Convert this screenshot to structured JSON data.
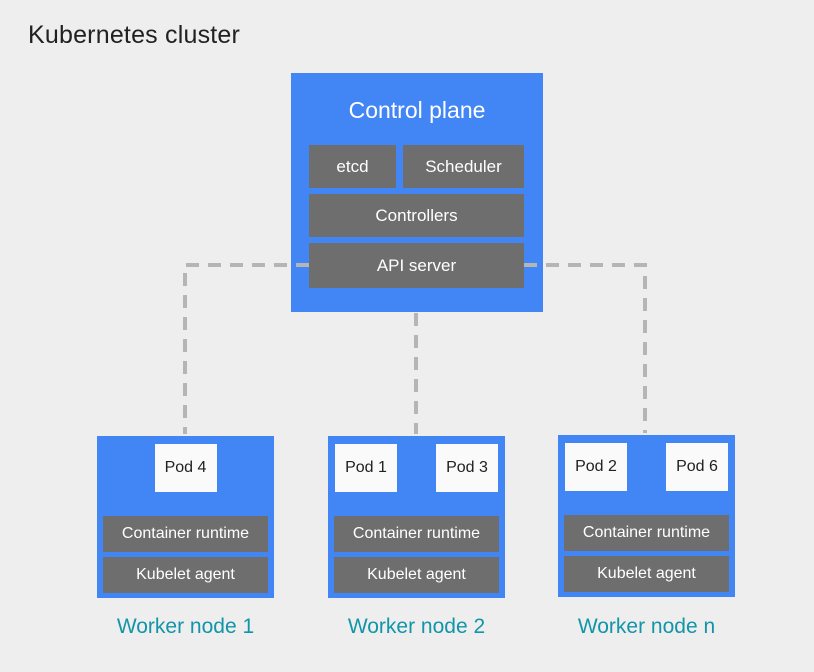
{
  "title": "Kubernetes cluster",
  "colors": {
    "background": "#eeeeee",
    "blue": "#4285f4",
    "gray": "#6e6e6e",
    "pod_bg": "#fafafa",
    "dash": "#b5b5b5",
    "teal": "#1295a8",
    "title_text": "#212121"
  },
  "control_plane": {
    "label": "Control plane",
    "components": [
      {
        "id": "etcd",
        "label": "etcd"
      },
      {
        "id": "scheduler",
        "label": "Scheduler"
      },
      {
        "id": "controllers",
        "label": "Controllers"
      },
      {
        "id": "api-server",
        "label": "API server"
      }
    ]
  },
  "worker_nodes": [
    {
      "label": "Worker node 1",
      "pods": [
        "Pod 4"
      ],
      "components": {
        "runtime": "Container runtime",
        "kubelet": "Kubelet agent"
      }
    },
    {
      "label": "Worker node 2",
      "pods": [
        "Pod 1",
        "Pod 3"
      ],
      "components": {
        "runtime": "Container runtime",
        "kubelet": "Kubelet agent"
      }
    },
    {
      "label": "Worker node n",
      "pods": [
        "Pod 2",
        "Pod 6"
      ],
      "components": {
        "runtime": "Container runtime",
        "kubelet": "Kubelet agent"
      }
    }
  ]
}
